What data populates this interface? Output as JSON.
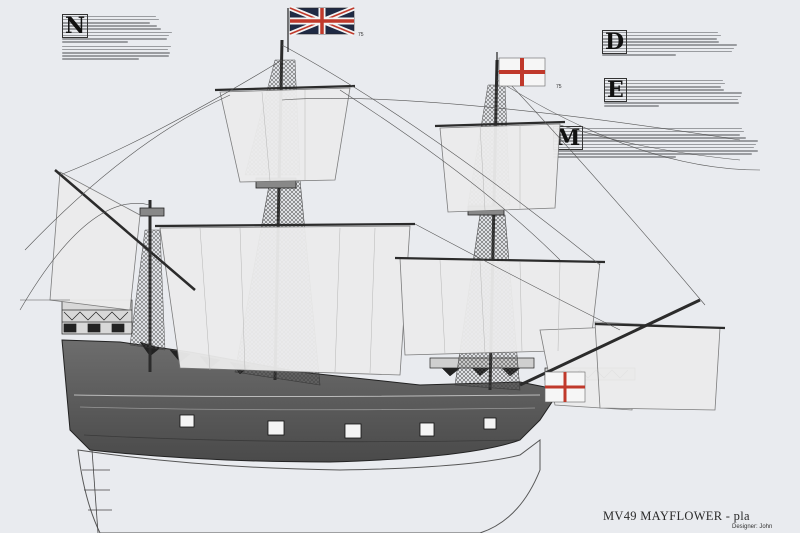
{
  "plan_title": "MV49 MAYFLOWER - pla",
  "designer": "Designer: John",
  "flag_labels": {
    "union_flag": "75",
    "st_george_flag": "75"
  },
  "text_blocks": {
    "italian": {
      "initial": "N"
    },
    "english": {
      "initial": "D"
    },
    "french": {
      "initial": "E"
    },
    "german": {
      "initial": "M"
    }
  },
  "colors": {
    "paper": "#e9ebef",
    "ink": "#2b2b2b",
    "flag_red": "#c0392b",
    "flag_blue": "#1f2a44"
  }
}
